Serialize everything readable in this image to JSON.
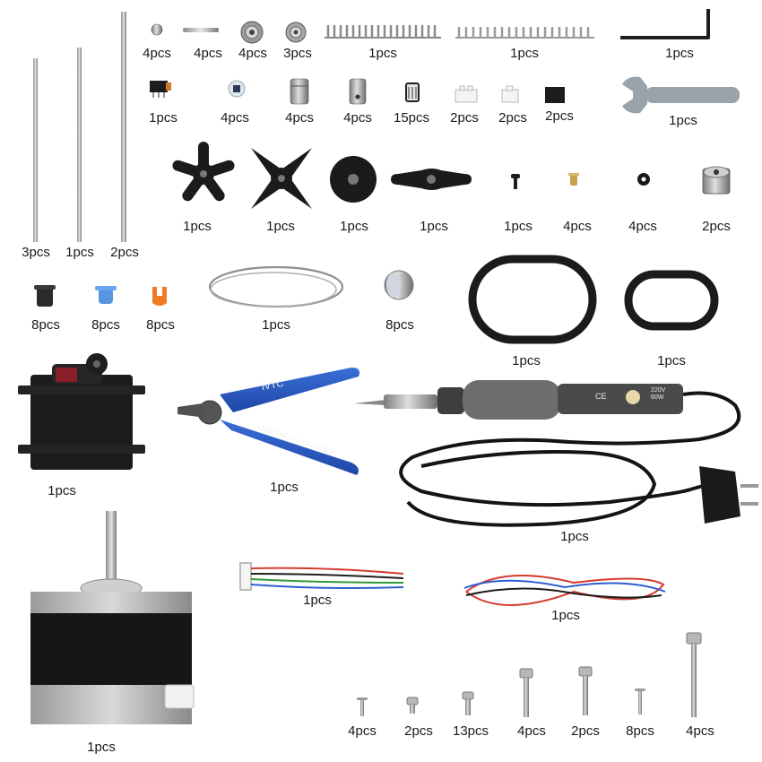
{
  "labels": [
    "4pcs",
    "4pcs",
    "4pcs",
    "3pcs",
    "1pcs",
    "1pcs",
    "1pcs",
    "1pcs",
    "4pcs",
    "4pcs",
    "4pcs",
    "15pcs",
    "2pcs",
    "2pcs",
    "2pcs",
    "1pcs",
    "1pcs",
    "1pcs",
    "1pcs",
    "1pcs",
    "1pcs",
    "4pcs",
    "4pcs",
    "2pcs",
    "3pcs",
    "1pcs",
    "2pcs",
    "8pcs",
    "8pcs",
    "8pcs",
    "1pcs",
    "8pcs",
    "1pcs",
    "1pcs",
    "1pcs",
    "1pcs",
    "1pcs",
    "1pcs",
    "1pcs",
    "1pcs",
    "4pcs",
    "2pcs",
    "13pcs",
    "4pcs",
    "2pcs",
    "8pcs",
    "4pcs"
  ],
  "device_text": {
    "plier_brand": "iVTC",
    "plier_warning": "USE SAFETY GLASSES",
    "iron_rating": "220V 60W",
    "iron_ce": "CE"
  }
}
